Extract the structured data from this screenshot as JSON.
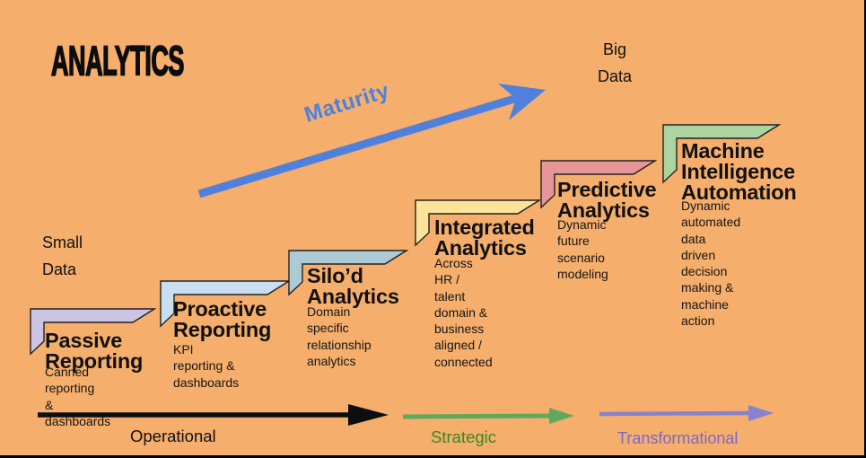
{
  "heading": "ANALYTICS",
  "annotations": {
    "small_data": "Small\n Data",
    "big_data": "Big\nData"
  },
  "maturity_arrow": {
    "label": "Maturity",
    "color": "#4F80DC"
  },
  "steps": [
    {
      "title": "Passive\nReporting",
      "description": "Canned reporting\n& dashboards",
      "color": "#CDC3E4"
    },
    {
      "title": "Proactive\nReporting",
      "description": "KPI reporting &\ndashboards",
      "color": "#C9DEF3"
    },
    {
      "title": "Silo’d\nAnalytics",
      "description": "Domain specific\nrelationship\nanalytics",
      "color": "#ACC9D5"
    },
    {
      "title": "Integrated\nAnalytics",
      "description": "Across HR / talent\ndomain &\nbusiness aligned /\nconnected",
      "color": "#FBE399"
    },
    {
      "title": "Predictive\nAnalytics",
      "description": "Dynamic future\nscenario modeling",
      "color": "#E69599"
    },
    {
      "title": "Machine\nIntelligence\nAutomation",
      "description": "Dynamic automated\ndata driven decision\nmaking & machine\naction",
      "color": "#ABD4A0"
    }
  ],
  "bottom_axis": [
    {
      "label": "Operational",
      "arrow_color": "#0E0E0E",
      "label_color": "#111111"
    },
    {
      "label": "Strategic",
      "arrow_color": "#5FA95C",
      "label_color": "#378829"
    },
    {
      "label": "Transformational",
      "arrow_color": "#8583CE",
      "label_color": "#7C68C7"
    }
  ],
  "canvas": {
    "background": "#F5AE6B",
    "border_color": "#000000"
  }
}
